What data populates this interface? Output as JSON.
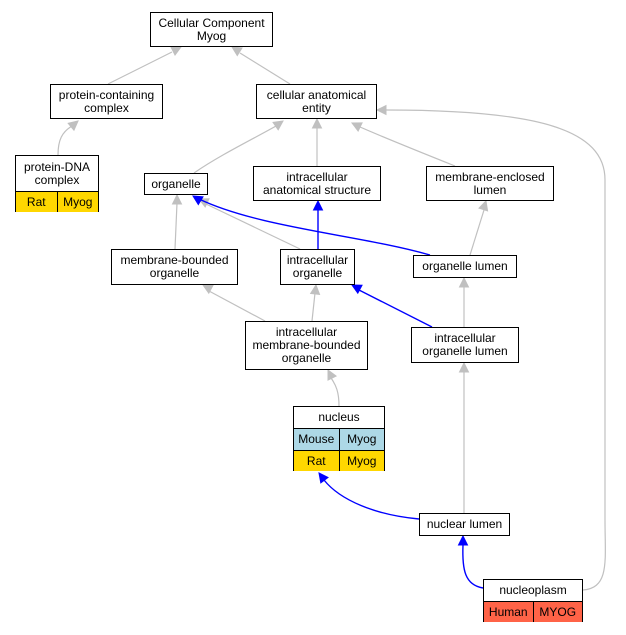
{
  "colors": {
    "edge_gray": "#c0c0c0",
    "edge_blue": "#0000ff",
    "mouse": "#add8e6",
    "rat": "#ffd700",
    "human": "#ff6347"
  },
  "nodes": {
    "root": {
      "label": "Cellular Component\nMyog"
    },
    "protein_containing": {
      "label": "protein-containing\ncomplex"
    },
    "cellular_anatomical": {
      "label": "cellular anatomical\nentity"
    },
    "protein_dna": {
      "label": "protein-DNA\ncomplex",
      "species": [
        {
          "species": "Rat",
          "gene": "Myog",
          "color": "#ffd700"
        }
      ]
    },
    "organelle": {
      "label": "organelle"
    },
    "intracellular_anatomical": {
      "label": "intracellular\nanatomical structure"
    },
    "membrane_enclosed": {
      "label": "membrane-enclosed\nlumen"
    },
    "membrane_bounded": {
      "label": "membrane-bounded\norganelle"
    },
    "intracellular_organelle": {
      "label": "intracellular\norganelle"
    },
    "organelle_lumen": {
      "label": "organelle lumen"
    },
    "intracellular_mb_organelle": {
      "label": "intracellular\nmembrane-bounded\norganelle"
    },
    "intracellular_organelle_lumen": {
      "label": "intracellular\norganelle lumen"
    },
    "nucleus": {
      "label": "nucleus",
      "species": [
        {
          "species": "Mouse",
          "gene": "Myog",
          "color": "#add8e6"
        },
        {
          "species": "Rat",
          "gene": "Myog",
          "color": "#ffd700"
        }
      ]
    },
    "nuclear_lumen": {
      "label": "nuclear lumen"
    },
    "nucleoplasm": {
      "label": "nucleoplasm",
      "species": [
        {
          "species": "Human",
          "gene": "MYOG",
          "color": "#ff6347"
        }
      ]
    }
  }
}
